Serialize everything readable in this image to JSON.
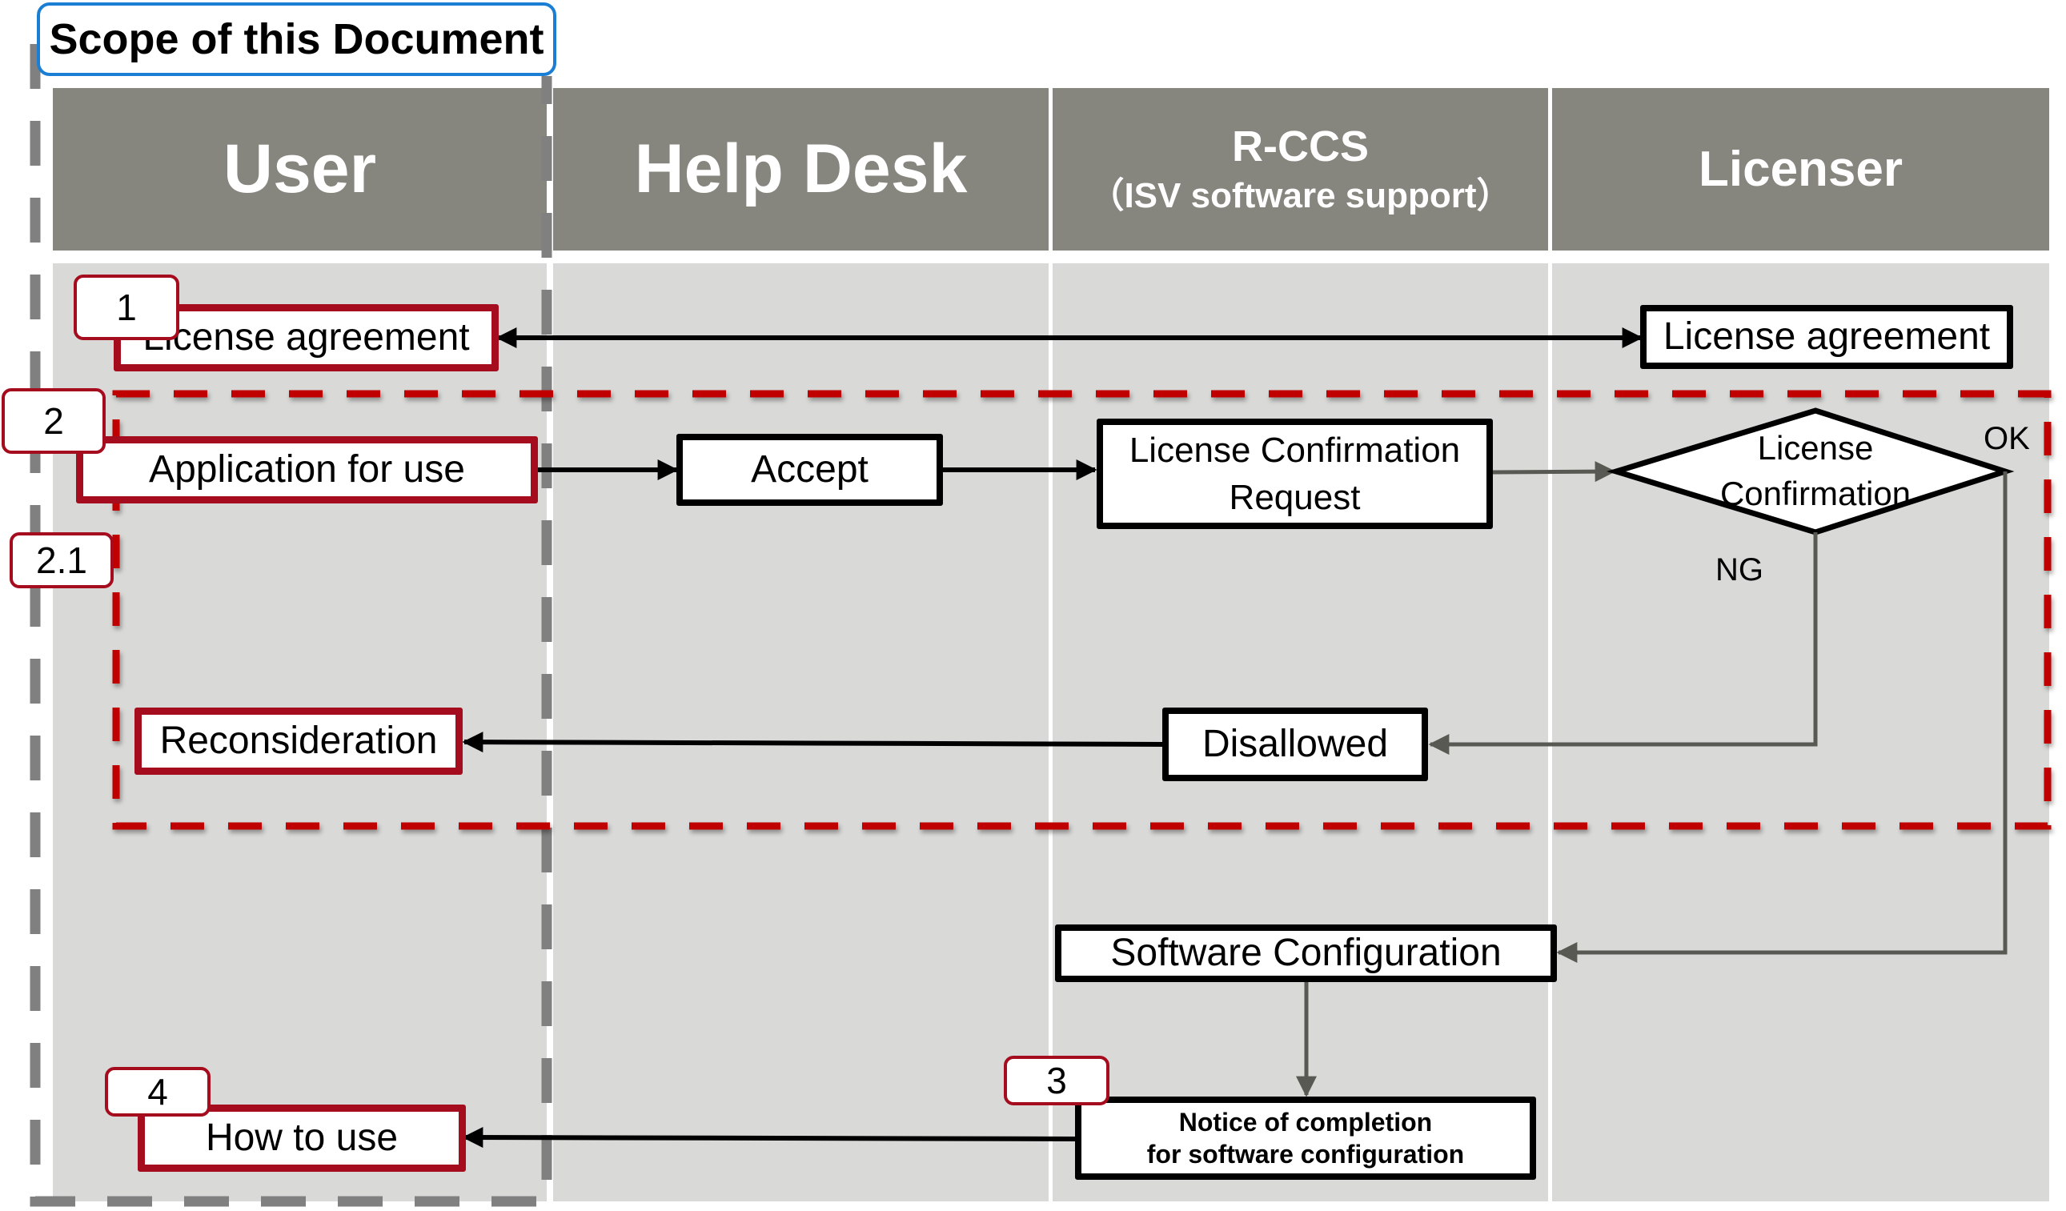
{
  "scope_label": "Scope of this Document",
  "lanes": [
    {
      "title": "User",
      "subtitle": ""
    },
    {
      "title": "Help Desk",
      "subtitle": ""
    },
    {
      "title": "R-CCS",
      "subtitle": "（ISV software support）"
    },
    {
      "title": "Licenser",
      "subtitle": ""
    }
  ],
  "steps": {
    "s1": "1",
    "s2": "2",
    "s2_1": "2.1",
    "s3": "3",
    "s4": "4"
  },
  "nodes": {
    "user_license_agreement": "License agreement",
    "licenser_license_agreement": "License agreement",
    "application_for_use": "Application for use",
    "accept": "Accept",
    "license_confirmation_request_line1": "License Confirmation",
    "license_confirmation_request_line2": "Request",
    "license_confirmation_line1": "License",
    "license_confirmation_line2": "Confirmation",
    "reconsideration": "Reconsideration",
    "disallowed": "Disallowed",
    "software_configuration": "Software Configuration",
    "notice_line1": "Notice of completion",
    "notice_line2": "for software configuration",
    "how_to_use": "How to use"
  },
  "decision_labels": {
    "ok": "OK",
    "ng": "NG"
  },
  "colors": {
    "lane_header": "#86857e",
    "lane_body": "#d9d9d7",
    "scope_border": "#808080",
    "scope_title_border": "#1a7fd4",
    "highlight_dash": "#c00000",
    "user_box_border": "#a50c1d",
    "connector_gray": "#595953"
  }
}
